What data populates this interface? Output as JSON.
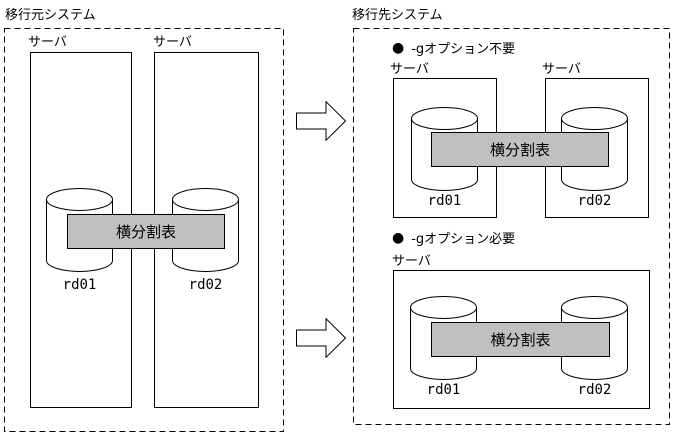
{
  "colors": {
    "table_fill": "#c0c0c0",
    "line": "#000000",
    "background": "#ffffff"
  },
  "source": {
    "title": "移行元システム",
    "server1_label": "サーバ",
    "server2_label": "サーバ",
    "db1": "rd01",
    "db2": "rd02",
    "table": "横分割表"
  },
  "target": {
    "title": "移行先システム",
    "section1": {
      "bullet": "●",
      "label": "-gオプション不要",
      "server1_label": "サーバ",
      "server2_label": "サーバ",
      "db1": "rd01",
      "db2": "rd02",
      "table": "横分割表"
    },
    "section2": {
      "bullet": "●",
      "label": "-gオプション必要",
      "server_label": "サーバ",
      "db1": "rd01",
      "db2": "rd02",
      "table": "横分割表"
    }
  }
}
